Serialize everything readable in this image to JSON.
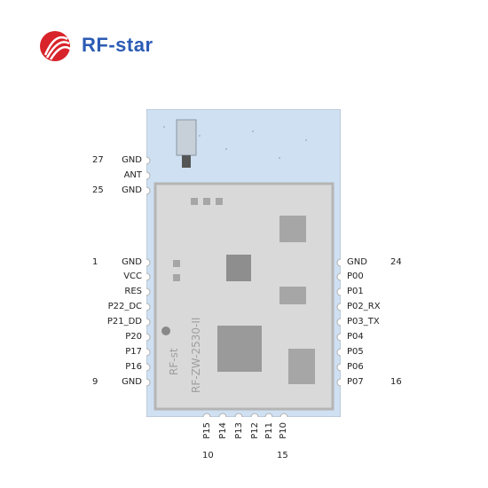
{
  "brand": {
    "name": "RF-star"
  },
  "left_pins": [
    {
      "num": "27",
      "label": "GND"
    },
    {
      "num": "",
      "label": "ANT"
    },
    {
      "num": "25",
      "label": "GND"
    },
    {
      "num": "1",
      "label": "GND"
    },
    {
      "num": "",
      "label": "VCC"
    },
    {
      "num": "",
      "label": "RES"
    },
    {
      "num": "",
      "label": "P22_DC"
    },
    {
      "num": "",
      "label": "P21_DD"
    },
    {
      "num": "",
      "label": "P20"
    },
    {
      "num": "",
      "label": "P17"
    },
    {
      "num": "",
      "label": "P16"
    },
    {
      "num": "9",
      "label": "GND"
    }
  ],
  "right_pins": [
    {
      "label": "GND",
      "num": "24"
    },
    {
      "label": "P00",
      "num": ""
    },
    {
      "label": "P01",
      "num": ""
    },
    {
      "label": "P02_RX",
      "num": ""
    },
    {
      "label": "P03_TX",
      "num": ""
    },
    {
      "label": "P04",
      "num": ""
    },
    {
      "label": "P05",
      "num": ""
    },
    {
      "label": "P06",
      "num": ""
    },
    {
      "label": "P07",
      "num": "16"
    }
  ],
  "bottom_pins": [
    "P15",
    "P14",
    "P13",
    "P12",
    "P11",
    "P10"
  ],
  "bottom_numbers": {
    "first": "10",
    "last": "15"
  },
  "module_silkscreen": {
    "model": "RF-ZW-2530-II",
    "mark": "RF-st"
  },
  "colors": {
    "brand_blue": "#2b5bb5",
    "brand_red": "#d8232a",
    "pcb": "#cfe0f2",
    "shield": "#d9d9d9"
  }
}
